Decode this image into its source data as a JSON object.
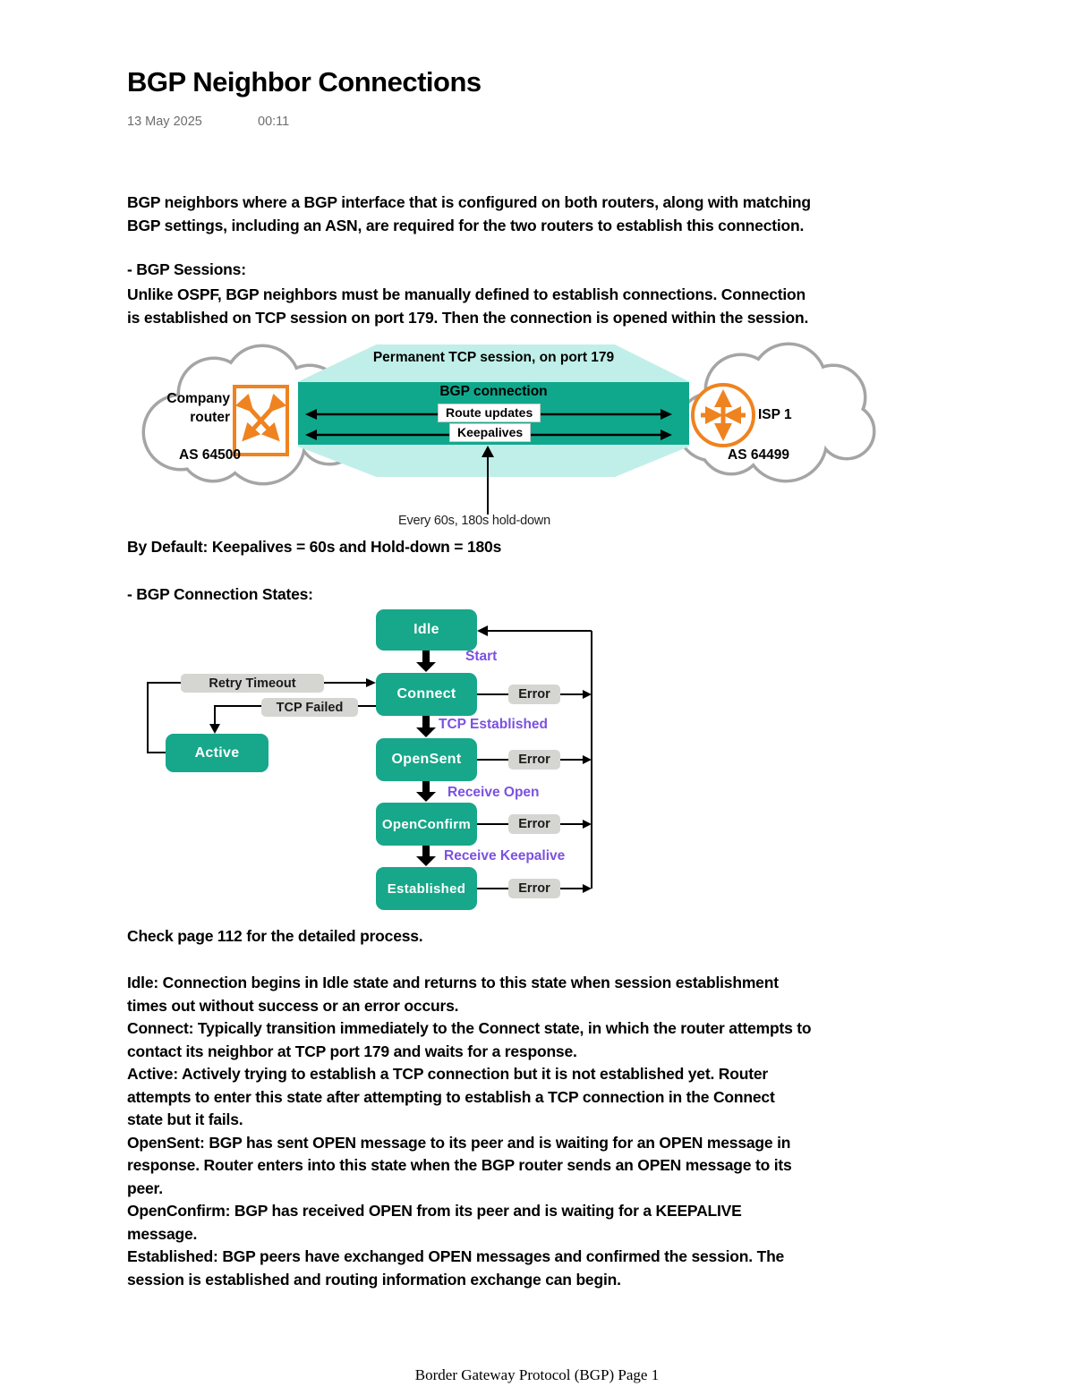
{
  "page": {
    "title": "BGP Neighbor Connections",
    "date": "13 May 2025",
    "time": "00:11",
    "footer": "Border Gateway Protocol (BGP) Page 1"
  },
  "intro": "BGP neighbors where a BGP interface that is configured on both routers, along with matching\nBGP settings, including an ASN, are required for the two routers to establish this connection.",
  "sessions": {
    "heading": "- BGP Sessions:",
    "body": "Unlike OSPF, BGP neighbors must be manually defined to establish connections. Connection\nis established on TCP session on port 179. Then the connection is opened within the session."
  },
  "tcp_diagram": {
    "session_label": "Permanent TCP session, on port 179",
    "connection_label": "BGP connection",
    "route_updates": "Route updates",
    "keepalives": "Keepalives",
    "left_site": {
      "name": "Company\nrouter",
      "asn": "AS 64500"
    },
    "right_site": {
      "name": "ISP 1",
      "asn": "AS 64499"
    },
    "caption": "Every 60s, 180s hold-down",
    "colors": {
      "hexagon_mint": "#c0efe9",
      "band_teal": "#10a88c",
      "icon_orange": "#ef8320",
      "cloud_outline": "#a5a5a5"
    }
  },
  "defaults_note": "By Default: Keepalives = 60s and Hold-down = 180s",
  "states_section": {
    "heading": "- BGP Connection States:",
    "note": "Check page 112 for the detailed process.",
    "diagram": {
      "states": {
        "idle": "Idle",
        "connect": "Connect",
        "opensent": "OpenSent",
        "openconfirm": "OpenConfirm",
        "established": "Established",
        "active": "Active"
      },
      "events": {
        "retry_timeout": "Retry Timeout",
        "tcp_failed": "TCP Failed",
        "error": "Error"
      },
      "transitions": {
        "start": "Start",
        "tcp_established": "TCP Established",
        "receive_open": "Receive Open",
        "receive_keepalive": "Receive Keepalive"
      },
      "colors": {
        "state_green": "#17a78a",
        "event_gray": "#d5d5d2",
        "transition_purple": "#7b51e0"
      }
    }
  },
  "descriptions": [
    {
      "text": "Idle: Connection begins in Idle state and returns to this state when session establishment\ntimes out without success or an error occurs."
    },
    {
      "text": "Connect: Typically transition immediately to the Connect state, in which the router attempts to\ncontact its neighbor at TCP port 179 and waits for a response."
    },
    {
      "text": "Active: Actively trying to establish a TCP connection but it is not established yet. Router\nattempts to enter this state after attempting to establish a TCP connection in the Connect\nstate but it fails."
    },
    {
      "text": "OpenSent: BGP has sent OPEN message to its peer and is waiting for an OPEN message in\nresponse. Router enters into this state when the BGP router sends an OPEN message to its\npeer."
    },
    {
      "text": "OpenConfirm: BGP has received OPEN from its peer and is waiting for a KEEPALIVE\nmessage."
    },
    {
      "text": "Established: BGP peers have exchanged OPEN messages and confirmed the session. The\nsession is established and routing information exchange can begin."
    }
  ]
}
